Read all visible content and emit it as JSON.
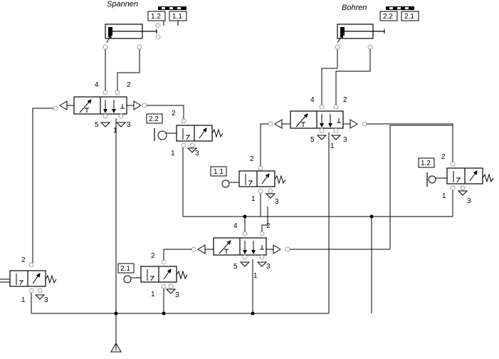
{
  "cylinders": [
    {
      "title": "Spannen",
      "tags": [
        "1.2",
        "1.1"
      ]
    },
    {
      "title": "Bohren",
      "tags": [
        "2.2",
        "2.1"
      ]
    }
  ],
  "valve_tags": {
    "v22": "2.2",
    "v11": "1.1",
    "v12": "1.2",
    "v21": "2.1"
  },
  "ports": {
    "p1": "1",
    "p2": "2",
    "p3": "3",
    "p4": "4",
    "p5": "5"
  }
}
